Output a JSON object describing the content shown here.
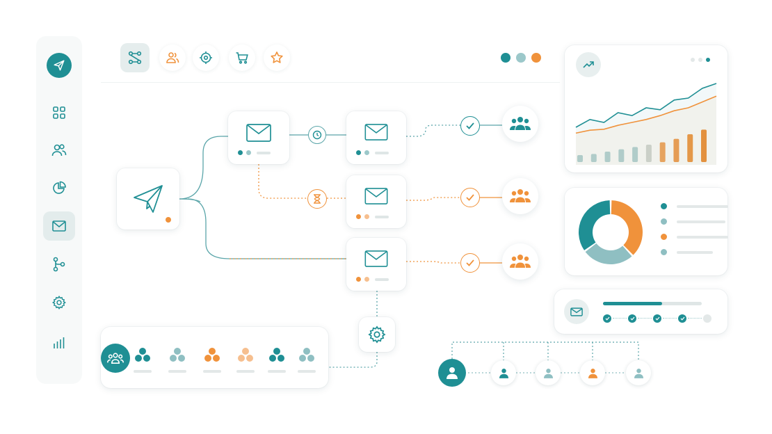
{
  "colors": {
    "teal": "#1f8f94",
    "teal_light": "#8fbfc2",
    "orange": "#f0923b",
    "orange_light": "#f6bf8f",
    "gray": "#dfe6e6"
  },
  "sidebar": {
    "items": [
      "logo-send-icon",
      "grid-icon",
      "users-icon",
      "pie-chart-icon",
      "mail-icon",
      "branch-icon",
      "gear-icon",
      "bar-chart-icon"
    ],
    "active": "mail-icon"
  },
  "toolbar": {
    "items": [
      "workflow-icon",
      "audience-icon",
      "target-icon",
      "cart-icon",
      "star-icon"
    ],
    "active": "workflow-icon",
    "window_dots": [
      "#1f8f94",
      "#8fbfc2",
      "#f0923b"
    ]
  },
  "flow": {
    "source": "send-icon",
    "timers": [
      "clock-icon",
      "hourglass-icon"
    ],
    "emails": 3,
    "checks": 3
  },
  "chart_data": [
    {
      "type": "line",
      "series": [
        {
          "values": [
            10,
            18,
            15,
            25,
            22,
            30,
            28,
            38,
            40,
            50,
            55
          ]
        },
        {
          "values": [
            4,
            7,
            8,
            12,
            15,
            18,
            22,
            27,
            30,
            36,
            42
          ]
        }
      ]
    },
    {
      "type": "bar",
      "values": [
        12,
        14,
        18,
        22,
        26,
        30,
        34,
        40,
        48,
        56
      ]
    },
    {
      "type": "pie",
      "values": [
        38,
        27,
        35
      ],
      "colors": [
        "#f0923b",
        "#8fbfc2",
        "#1f8f94"
      ]
    }
  ],
  "progress": {
    "value": 0.6
  },
  "steps": {
    "done": 4,
    "total": 5
  }
}
